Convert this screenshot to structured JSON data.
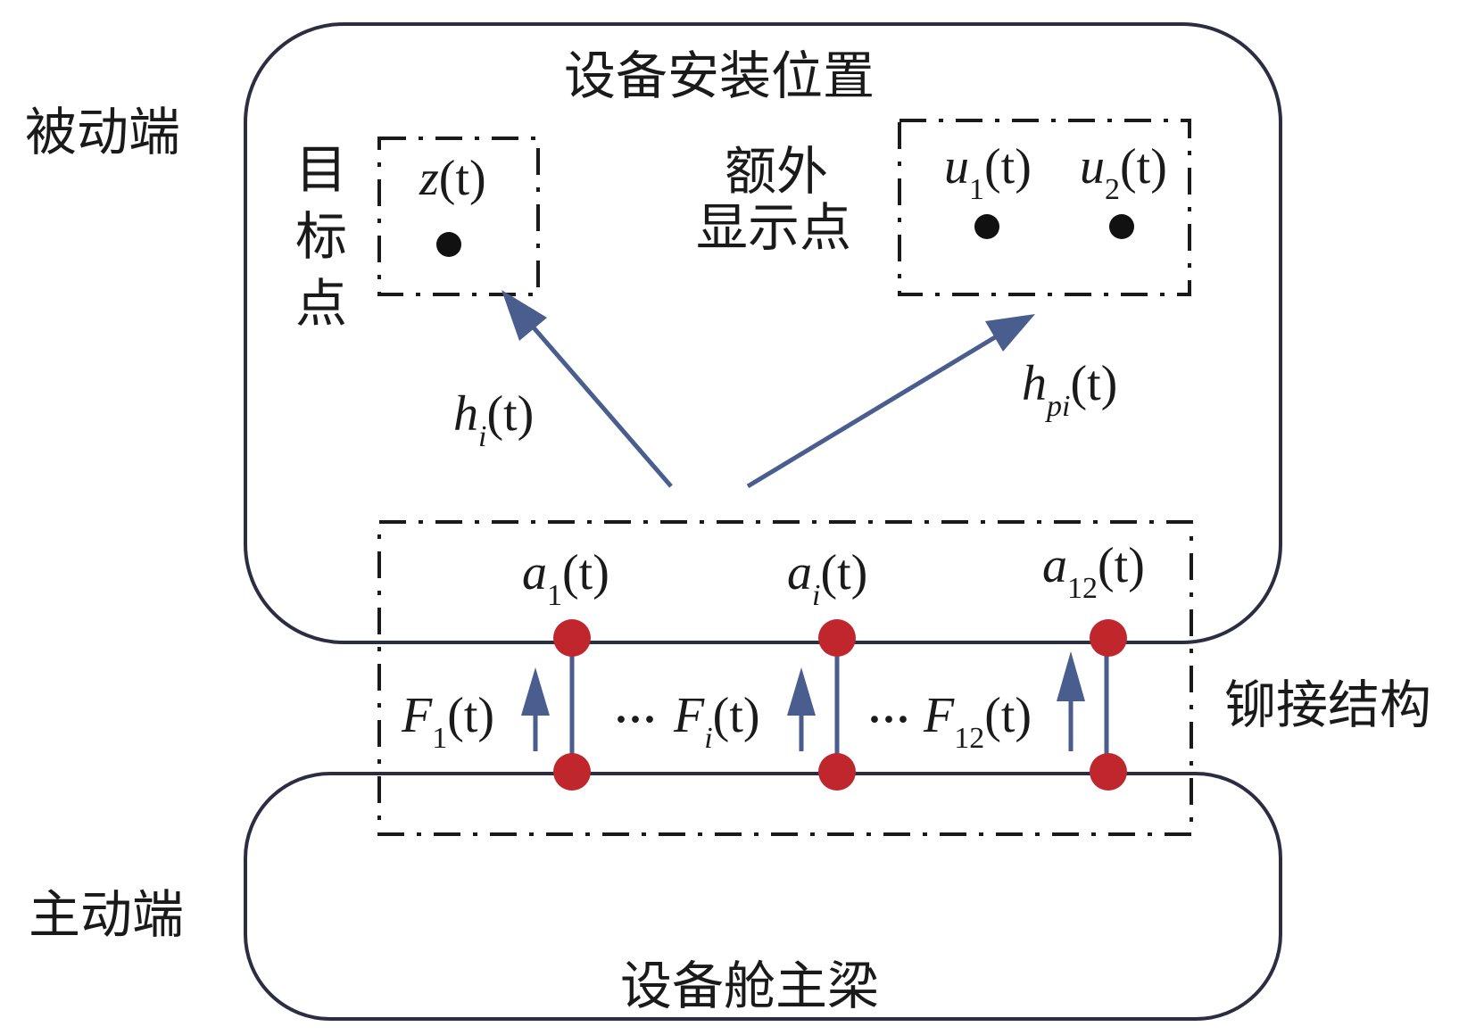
{
  "labels": {
    "passive_end": "被动端",
    "active_end": "主动端",
    "install_position": "设备安装位置",
    "main_beam": "设备舱主梁",
    "target_point_chars": [
      "目",
      "标",
      "点"
    ],
    "extra_display_line1": "额外",
    "extra_display_line2": "显示点",
    "riveted_structure": "铆接结构"
  },
  "math": {
    "z": {
      "base": "z",
      "sub": "",
      "arg": "(t)"
    },
    "u1": {
      "base": "u",
      "sub": "1",
      "arg": "(t)"
    },
    "u2": {
      "base": "u",
      "sub": "2",
      "arg": "(t)"
    },
    "hi": {
      "base": "h",
      "sub": "i",
      "arg": "(t)"
    },
    "hpi": {
      "base": "h",
      "sub": "pi",
      "arg": "(t)"
    },
    "a1": {
      "base": "a",
      "sub": "1",
      "arg": "(t)"
    },
    "ai": {
      "base": "a",
      "sub": "i",
      "arg": "(t)"
    },
    "a12": {
      "base": "a",
      "sub": "12",
      "arg": "(t)"
    },
    "F1": {
      "base": "F",
      "sub": "1",
      "arg": "(t)"
    },
    "Fi": {
      "base": "F",
      "sub": "i",
      "arg": "(t)"
    },
    "F12": {
      "base": "F",
      "sub": "12",
      "arg": "(t)"
    },
    "ellipsis": "···"
  },
  "colors": {
    "frame": "#2b2d42",
    "arrow": "#4a5d8f",
    "rivet": "#c0272d",
    "point": "#111111"
  }
}
